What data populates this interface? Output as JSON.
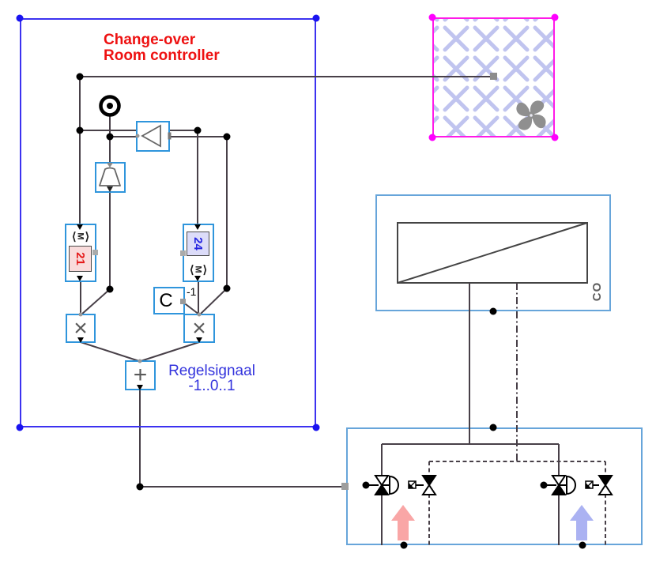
{
  "controller": {
    "title_line1": "Change-over",
    "title_line2": "Room controller",
    "signal_line1": "Regelsignaal",
    "signal_line2": "-1..0..1",
    "measure_bracket_left": "⟨",
    "measure_letter": "M",
    "measure_bracket_right": "⟩",
    "heating_setpoint": "21",
    "cooling_setpoint": "24",
    "constant_label": "C",
    "constant_value": "-1",
    "multiply_symbol": "×",
    "sum_symbol": "+"
  },
  "heat_exchanger": {
    "label": "CO"
  },
  "colors": {
    "controller_border": "#3c32f0",
    "selection_handle_blue": "#1a14f0",
    "fan_box_border": "#ff1ae8",
    "selection_handle_magenta": "#ff00ff",
    "unit_box_border": "#67a5da",
    "function_block_border": "#2f95dc",
    "title_red": "#ee1111",
    "signal_blue": "#3434dd",
    "heating_value_red": "#e51a1a",
    "heating_value_bg": "#f9dcdc",
    "cooling_value_blue": "#2525e0",
    "cooling_value_bg": "#dcdcf9",
    "hot_arrow": "#f9a6a6",
    "cold_arrow": "#abb2f2",
    "coil_hatch": "#c0c4ef",
    "wire": "#484048"
  }
}
